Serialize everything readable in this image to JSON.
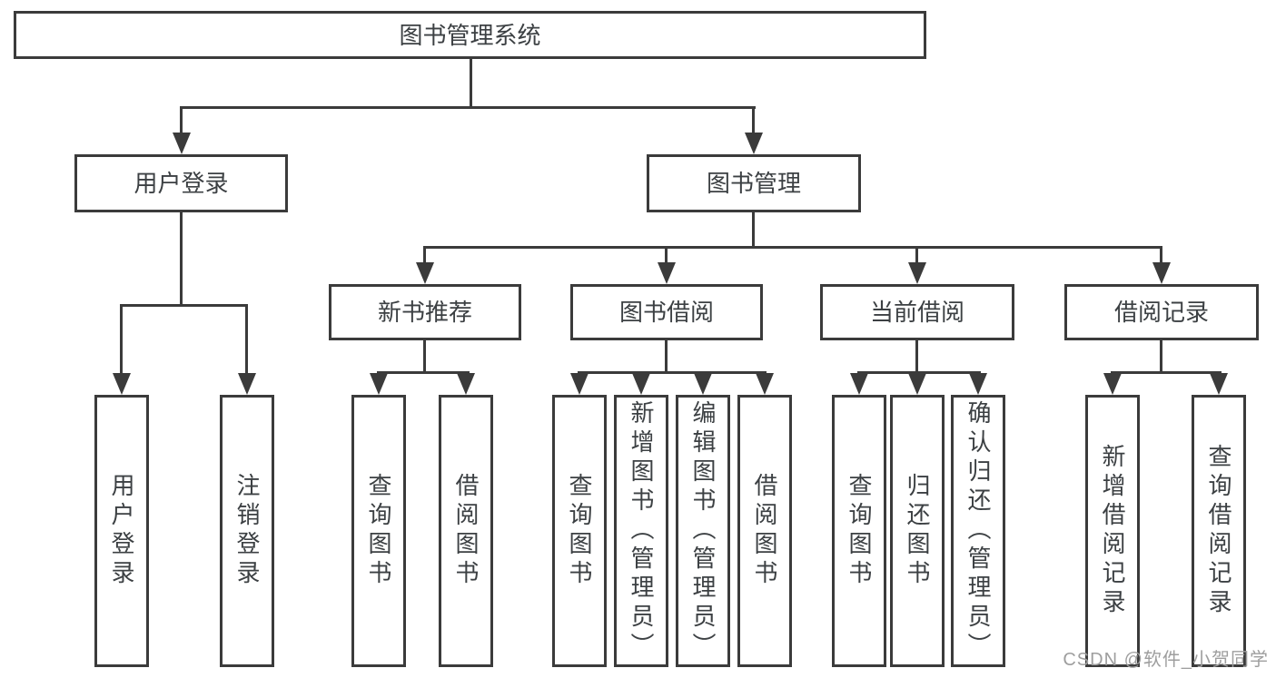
{
  "nodes": {
    "root": {
      "label": "图书管理系统"
    },
    "level2": [
      {
        "label": "用户登录"
      },
      {
        "label": "图书管理"
      }
    ],
    "level3": [
      {
        "label": "新书推荐"
      },
      {
        "label": "图书借阅"
      },
      {
        "label": "当前借阅"
      },
      {
        "label": "借阅记录"
      }
    ],
    "leaves_user_login": [
      {
        "label": "用户登录"
      },
      {
        "label": "注销登录"
      }
    ],
    "leaves_new_book": [
      {
        "label": "查询图书"
      },
      {
        "label": "借阅图书"
      }
    ],
    "leaves_book_borrow": [
      {
        "label": "查询图书"
      },
      {
        "label": "新增图书（管理员）"
      },
      {
        "label": "编辑图书（管理员）"
      },
      {
        "label": "借阅图书"
      }
    ],
    "leaves_current_borrow": [
      {
        "label": "查询图书"
      },
      {
        "label": "归还图书"
      },
      {
        "label": "确认归还（管理员）"
      }
    ],
    "leaves_borrow_record": [
      {
        "label": "新增借阅记录"
      },
      {
        "label": "查询借阅记录"
      }
    ]
  },
  "watermark": "CSDN @软件_小贺同学",
  "colors": {
    "line": "#3b3b3b",
    "text": "#3c4043",
    "watermark": "#9e9e9e",
    "background": "#ffffff"
  }
}
